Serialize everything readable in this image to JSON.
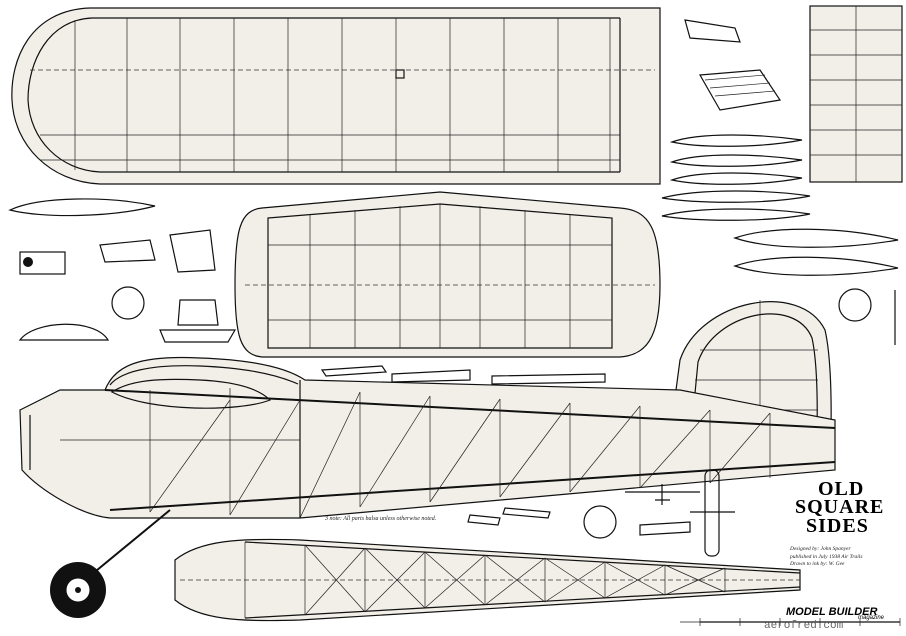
{
  "plan": {
    "title_lines": [
      "OLD",
      "SQUARE",
      "SIDES"
    ],
    "publisher": "MODEL BUILDER",
    "publisher_sub": "magazine",
    "credits": [
      "Designed by: John Spanyer",
      "published in July 1938 Air Trails",
      "Drawn to ink by: W. Gee"
    ],
    "note": "3 note: All parts balsa unless otherwise noted.",
    "watermark": "aerofred.com"
  }
}
